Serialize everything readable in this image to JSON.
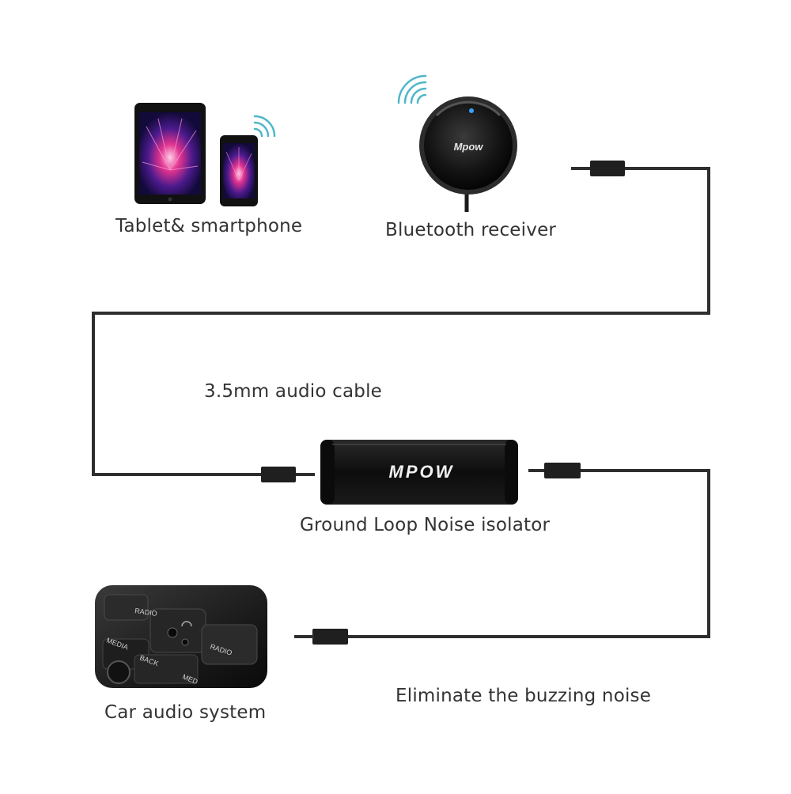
{
  "labels": {
    "devices": "Tablet& smartphone",
    "receiver": "Bluetooth receiver",
    "cable": "3.5mm audio cable",
    "isolator": "Ground Loop Noise isolator",
    "car": "Car audio system",
    "benefit": "Eliminate the buzzing noise"
  },
  "brand": {
    "receiver_logo": "Mpow",
    "isolator_logo": "MPOW"
  },
  "car_panel": {
    "radio_top": "RADIO",
    "media": "MEDIA",
    "back": "BACK",
    "radio_right": "RADIO",
    "media_right": "MED"
  },
  "colors": {
    "cable": "#2e2e2e",
    "plug": "#1f1f1f",
    "wifi": "#4fb7c9",
    "accent_led": "#3aa0ff"
  }
}
